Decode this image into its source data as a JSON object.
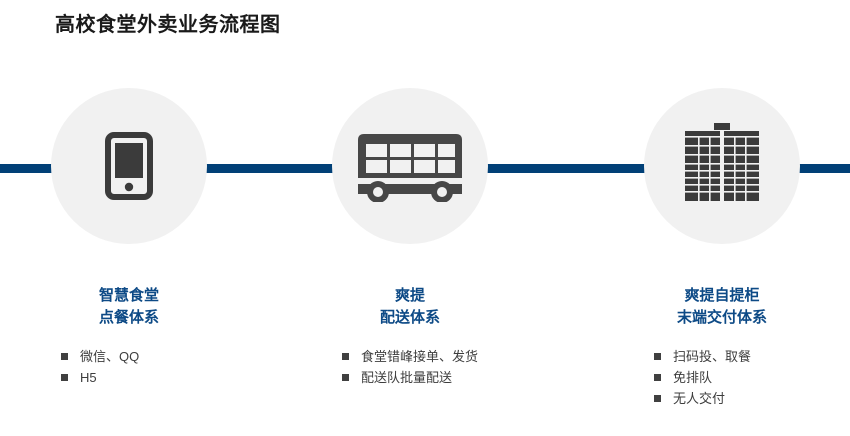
{
  "title": "高校食堂外卖业务流程图",
  "flow_line": {
    "color": "#014077"
  },
  "colors": {
    "heading": "#0d4a86",
    "line": "#014077",
    "circle_bg": "#f1f1f1",
    "icon": "#404040",
    "bullet": "#404040",
    "title": "#1a1a1a"
  },
  "stages": [
    {
      "icon": "smartphone-icon",
      "heading_line1": "智慧食堂",
      "heading_line2": "点餐体系",
      "bullets": [
        "微信、QQ",
        "H5"
      ]
    },
    {
      "icon": "bus-icon",
      "heading_line1": "爽提",
      "heading_line2": "配送体系",
      "bullets": [
        "食堂错峰接单、发货",
        "配送队批量配送"
      ]
    },
    {
      "icon": "locker-cabinet-icon",
      "heading_line1": "爽提自提柜",
      "heading_line2": "末端交付体系",
      "bullets": [
        "扫码投、取餐",
        "免排队",
        "无人交付"
      ]
    }
  ]
}
